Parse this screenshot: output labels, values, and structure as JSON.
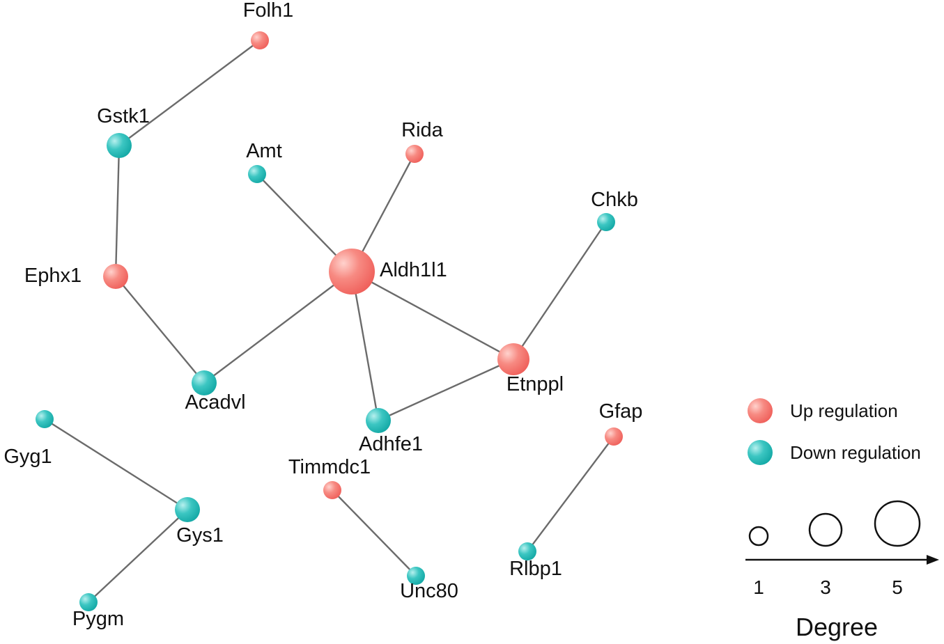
{
  "network": {
    "nodes": [
      {
        "id": "Folh1",
        "label": "Folh1",
        "regulation": "up",
        "degree": 1
      },
      {
        "id": "Gstk1",
        "label": "Gstk1",
        "regulation": "down",
        "degree": 2
      },
      {
        "id": "Amt",
        "label": "Amt",
        "regulation": "down",
        "degree": 1
      },
      {
        "id": "Rida",
        "label": "Rida",
        "regulation": "up",
        "degree": 1
      },
      {
        "id": "Chkb",
        "label": "Chkb",
        "regulation": "down",
        "degree": 1
      },
      {
        "id": "Ephx1",
        "label": "Ephx1",
        "regulation": "up",
        "degree": 2
      },
      {
        "id": "Aldh1l1",
        "label": "Aldh1l1",
        "regulation": "up",
        "degree": 5
      },
      {
        "id": "Etnppl",
        "label": "Etnppl",
        "regulation": "up",
        "degree": 3
      },
      {
        "id": "Acadvl",
        "label": "Acadvl",
        "regulation": "down",
        "degree": 2
      },
      {
        "id": "Adhfe1",
        "label": "Adhfe1",
        "regulation": "down",
        "degree": 2
      },
      {
        "id": "Gyg1",
        "label": "Gyg1",
        "regulation": "down",
        "degree": 1
      },
      {
        "id": "Gys1",
        "label": "Gys1",
        "regulation": "down",
        "degree": 2
      },
      {
        "id": "Pygm",
        "label": "Pygm",
        "regulation": "down",
        "degree": 1
      },
      {
        "id": "Timmdc1",
        "label": "Timmdc1",
        "regulation": "up",
        "degree": 1
      },
      {
        "id": "Unc80",
        "label": "Unc80",
        "regulation": "down",
        "degree": 1
      },
      {
        "id": "Gfap",
        "label": "Gfap",
        "regulation": "up",
        "degree": 1
      },
      {
        "id": "Rlbp1",
        "label": "Rlbp1",
        "regulation": "down",
        "degree": 1
      }
    ],
    "edges": [
      [
        "Folh1",
        "Gstk1"
      ],
      [
        "Gstk1",
        "Ephx1"
      ],
      [
        "Ephx1",
        "Acadvl"
      ],
      [
        "Acadvl",
        "Aldh1l1"
      ],
      [
        "Amt",
        "Aldh1l1"
      ],
      [
        "Rida",
        "Aldh1l1"
      ],
      [
        "Aldh1l1",
        "Etnppl"
      ],
      [
        "Aldh1l1",
        "Adhfe1"
      ],
      [
        "Adhfe1",
        "Etnppl"
      ],
      [
        "Chkb",
        "Etnppl"
      ],
      [
        "Gyg1",
        "Gys1"
      ],
      [
        "Gys1",
        "Pygm"
      ],
      [
        "Timmdc1",
        "Unc80"
      ],
      [
        "Gfap",
        "Rlbp1"
      ]
    ]
  },
  "legend": {
    "up_label": "Up regulation",
    "down_label": "Down regulation",
    "up_color": "#f4756f",
    "down_color": "#20b8b5",
    "degree_title": "Degree",
    "degree_ticks": [
      "1",
      "3",
      "5"
    ]
  }
}
